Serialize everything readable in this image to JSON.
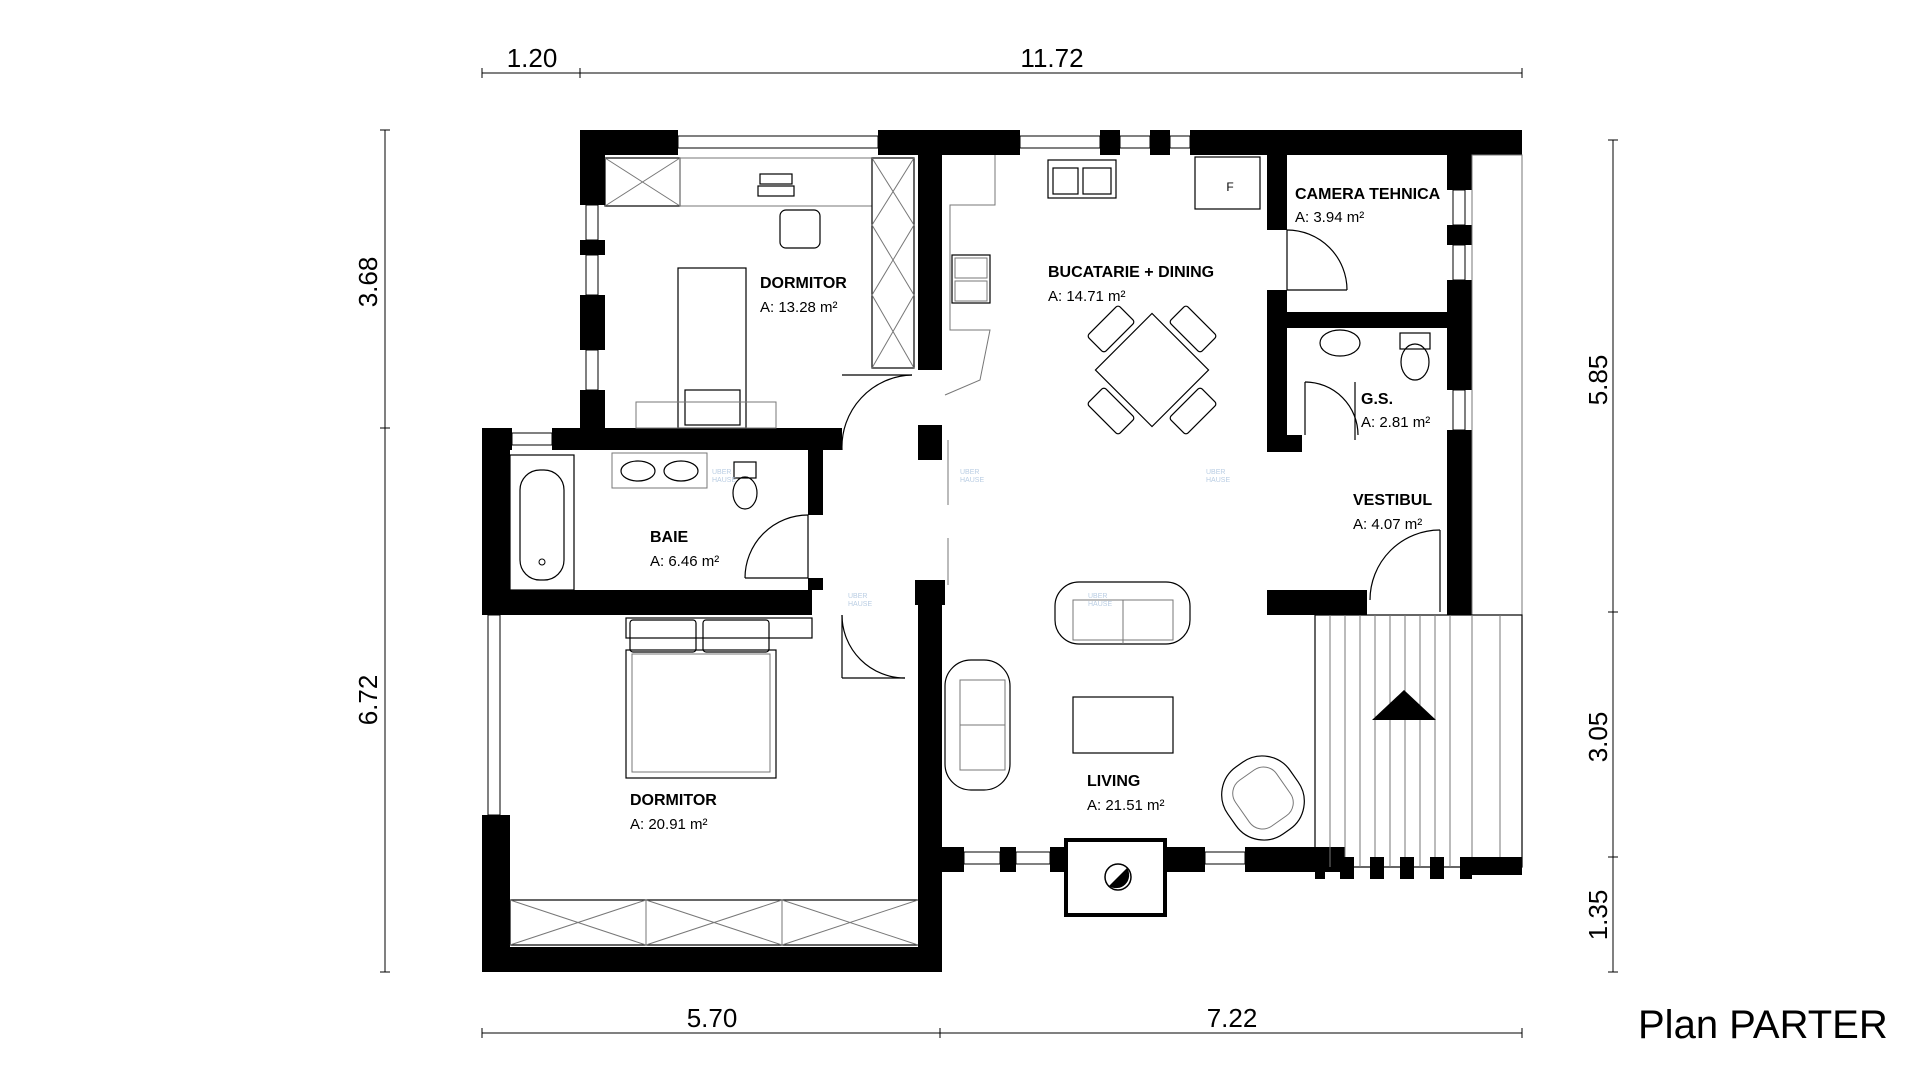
{
  "dimensions": {
    "top_left": "1.20",
    "top_right": "11.72",
    "bottom_left": "5.70",
    "bottom_right": "7.22",
    "left_upper": "3.68",
    "left_lower": "6.72",
    "right_upper": "5.85",
    "right_middle": "3.05",
    "right_lower": "1.35"
  },
  "rooms": {
    "dormitor_1": {
      "name": "DORMITOR",
      "area": "A: 13.28 m²"
    },
    "bucatarie": {
      "name": "BUCATARIE + DINING",
      "area": "A: 14.71 m²"
    },
    "camera_tehnica": {
      "name": "CAMERA TEHNICA",
      "area": "A: 3.94 m²"
    },
    "gs": {
      "name": "G.S.",
      "area": "A: 2.81 m²"
    },
    "baie": {
      "name": "BAIE",
      "area": "A: 6.46 m²"
    },
    "vestibul": {
      "name": "VESTIBUL",
      "area": "A: 4.07 m²"
    },
    "dormitor_2": {
      "name": "DORMITOR",
      "area": "A: 20.91 m²"
    },
    "living": {
      "name": "LIVING",
      "area": "A: 21.51 m²"
    }
  },
  "fridge_label": "F",
  "watermark": [
    "UBER",
    "HAUSE"
  ],
  "plan_title": "Plan PARTER"
}
